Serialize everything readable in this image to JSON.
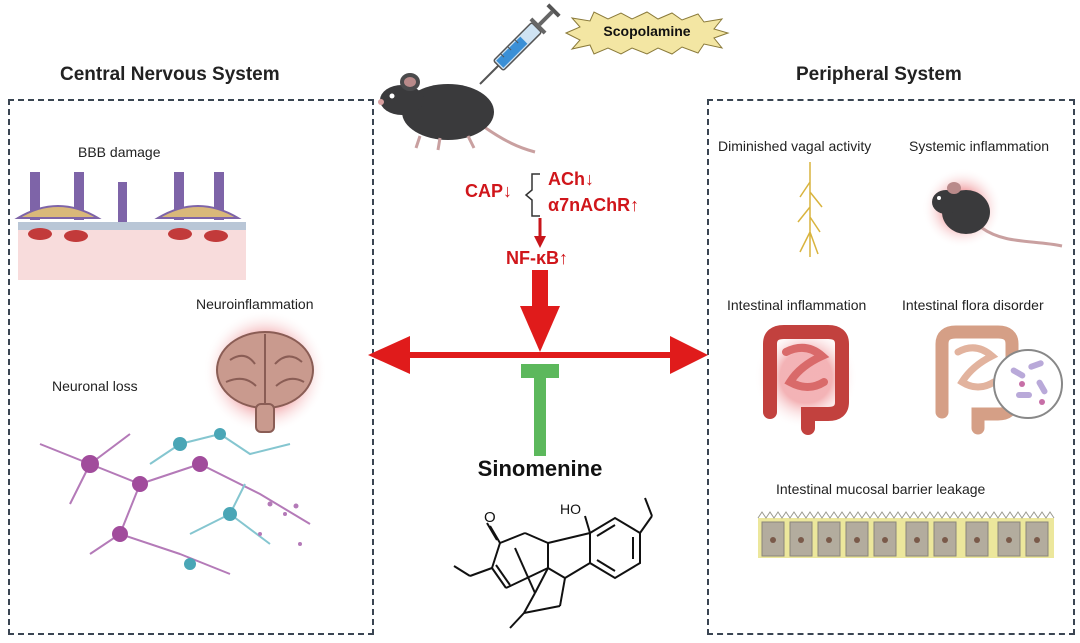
{
  "drug": "Scopolamine",
  "left": {
    "title": "Central Nervous System",
    "items": {
      "bbb": "BBB damage",
      "neuroinflammation": "Neuroinflammation",
      "neuronal_loss": "Neuronal loss"
    }
  },
  "right": {
    "title": "Peripheral System",
    "items": {
      "vagal": "Diminished vagal activity",
      "systemic": "Systemic inflammation",
      "intestinal_inflammation": "Intestinal inflammation",
      "flora": "Intestinal flora disorder",
      "barrier": "Intestinal mucosal barrier leakage"
    }
  },
  "pathway": {
    "cap": "CAP↓",
    "ach": "ACh↓",
    "a7": "α7nAChR↑",
    "nfkb": "NF-κB↑"
  },
  "inhibitor": "Sinomenine",
  "molecule": {
    "ketone": "O",
    "hydroxyl": "HO"
  },
  "colors": {
    "activation": "#e01b1b",
    "inhibition": "#5cb85c",
    "text_red": "#d0161b"
  }
}
